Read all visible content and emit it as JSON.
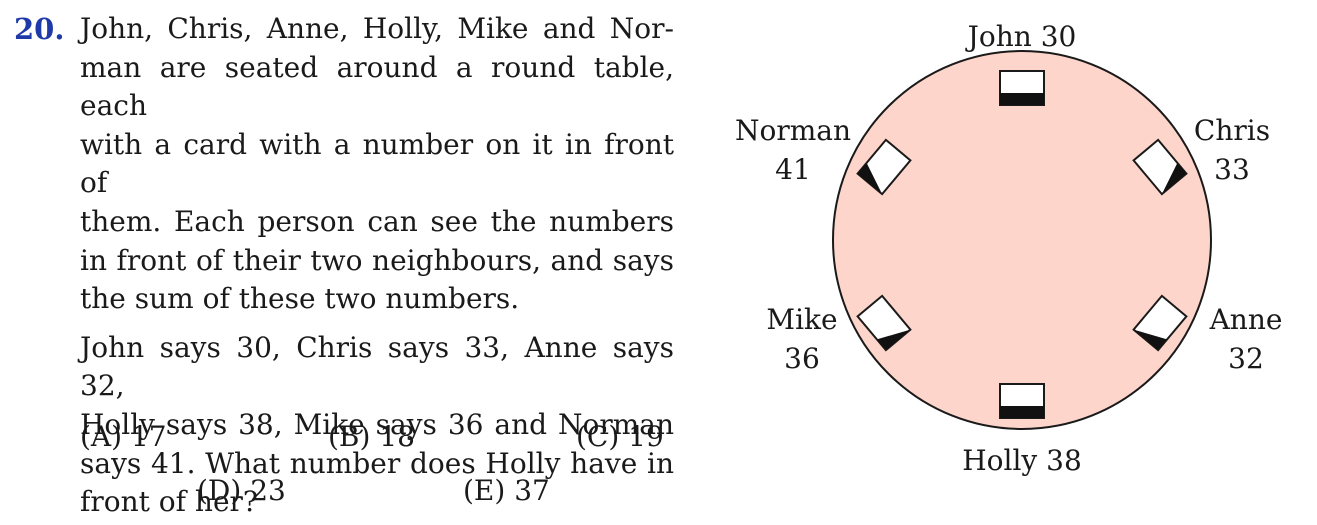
{
  "problem": {
    "number": "20.",
    "lines": [
      "John, Chris, Anne, Holly, Mike and Nor-",
      "man are seated around a round table, each",
      "with a card with a number on it in front of",
      "them. Each person can see the numbers",
      "in front of their two neighbours, and says",
      "the sum of these two numbers."
    ],
    "lines2": [
      "John says 30, Chris says 33, Anne says 32,",
      "Holly says 38, Mike says 36 and Norman",
      "says 41. What number does Holly have in",
      "front of her?"
    ],
    "options": {
      "a": "(A) 17",
      "b": "(B) 18",
      "c": "(C) 19",
      "d": "(D) 23",
      "e": "(E) 37"
    }
  },
  "figure": {
    "table_color": "#fdd5cb",
    "labels": {
      "john": "John 30",
      "chris_name": "Chris",
      "chris_val": "33",
      "anne_name": "Anne",
      "anne_val": "32",
      "holly": "Holly 38",
      "mike_name": "Mike",
      "mike_val": "36",
      "norman_name": "Norman",
      "norman_val": "41"
    }
  }
}
